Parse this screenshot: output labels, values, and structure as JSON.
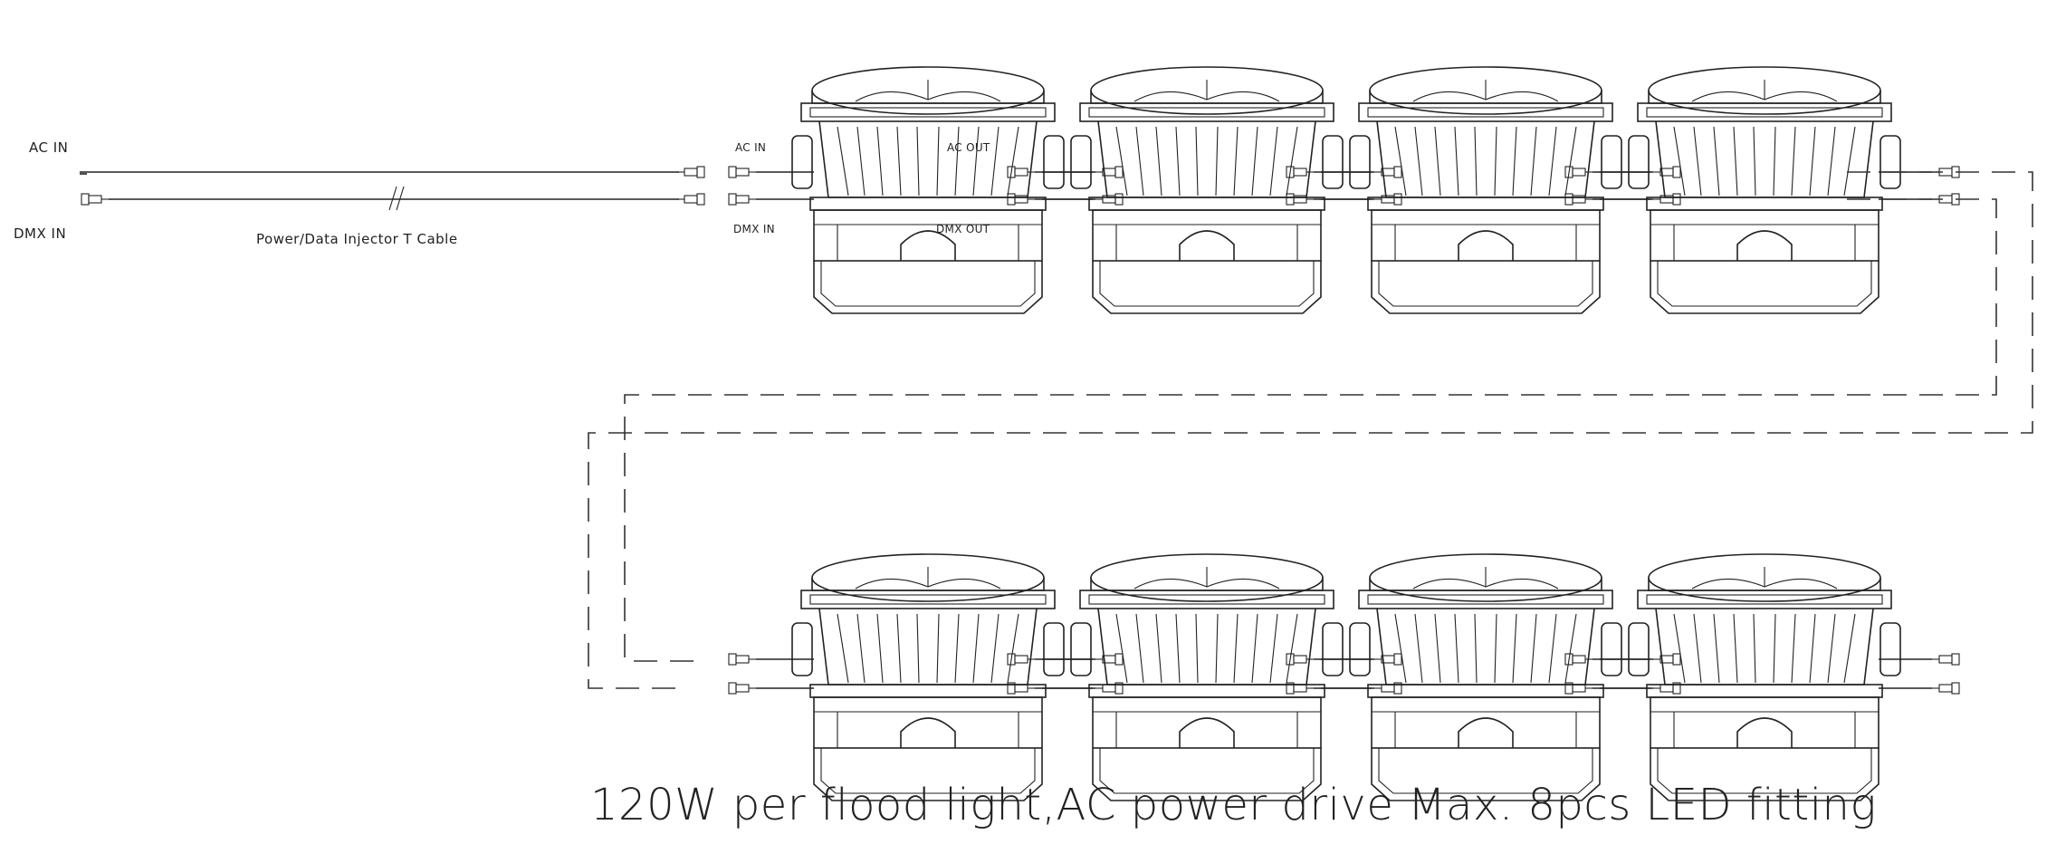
{
  "labels": {
    "input_ac": "AC IN",
    "input_dmx": "DMX IN",
    "cable": "Power/Data Injector T Cable",
    "fixture_ac_in": "AC IN",
    "fixture_dmx_in": "DMX IN",
    "fixture_ac_out": "AC OUT",
    "fixture_dmx_out": "DMX OUT"
  },
  "caption": "120W per flood light,AC power drive Max. 8pcs LED fitting",
  "diagram": {
    "rows": [
      {
        "row": 1,
        "fixtures": 4
      },
      {
        "row": 2,
        "fixtures": 4
      }
    ],
    "total_fixtures": 8,
    "links": [
      "AC",
      "DMX"
    ]
  }
}
